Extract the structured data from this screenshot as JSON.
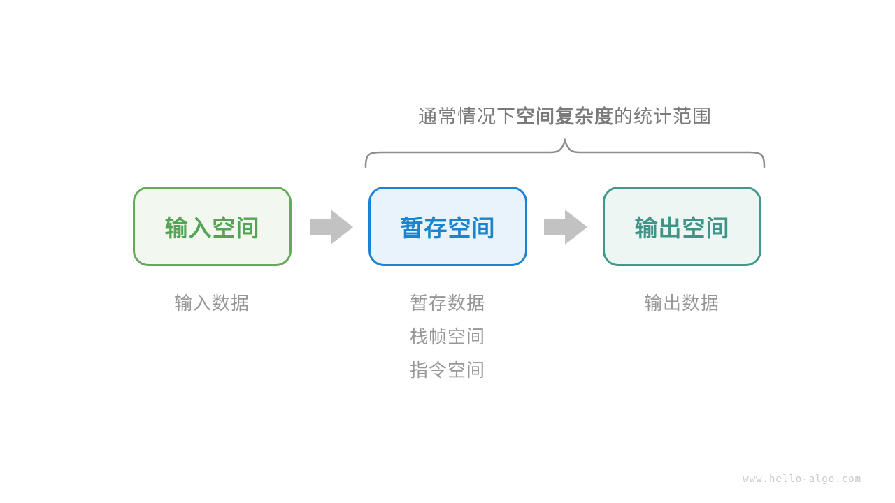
{
  "title": {
    "prefix": "通常情况下",
    "bold": "空间复杂度",
    "suffix": "的统计范围",
    "color": "#7a7a7a"
  },
  "boxes": [
    {
      "id": "input-space",
      "label": "输入空间",
      "border_color": "#68a75e",
      "background_color": "#f2f8f0",
      "text_color": "#55a355"
    },
    {
      "id": "buffer-space",
      "label": "暂存空间",
      "border_color": "#1f82d0",
      "background_color": "#e9f3fc",
      "text_color": "#1a84cd"
    },
    {
      "id": "output-space",
      "label": "输出空间",
      "border_color": "#43988b",
      "background_color": "#eef6f4",
      "text_color": "#3e9486"
    }
  ],
  "annotations": {
    "input": [
      "输入数据"
    ],
    "buffer": [
      "暂存数据",
      "栈帧空间",
      "指令空间"
    ],
    "output": [
      "输出数据"
    ],
    "text_color": "#979797"
  },
  "arrow_color": "#c2c2c2",
  "brace_color": "#8f8f8f",
  "watermark": {
    "text": "www.hello-algo.com",
    "color": "#c9c9c9"
  }
}
